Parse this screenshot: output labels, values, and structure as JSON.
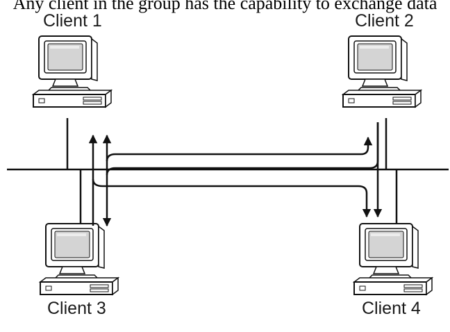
{
  "caption": "Any client in the group has the capability to exchange data",
  "clients": [
    {
      "label": "Client 1"
    },
    {
      "label": "Client 2"
    },
    {
      "label": "Client 3"
    },
    {
      "label": "Client 4"
    }
  ],
  "colors": {
    "line": "#111111",
    "screen": "#d9d9d9",
    "body": "#ffffff"
  }
}
